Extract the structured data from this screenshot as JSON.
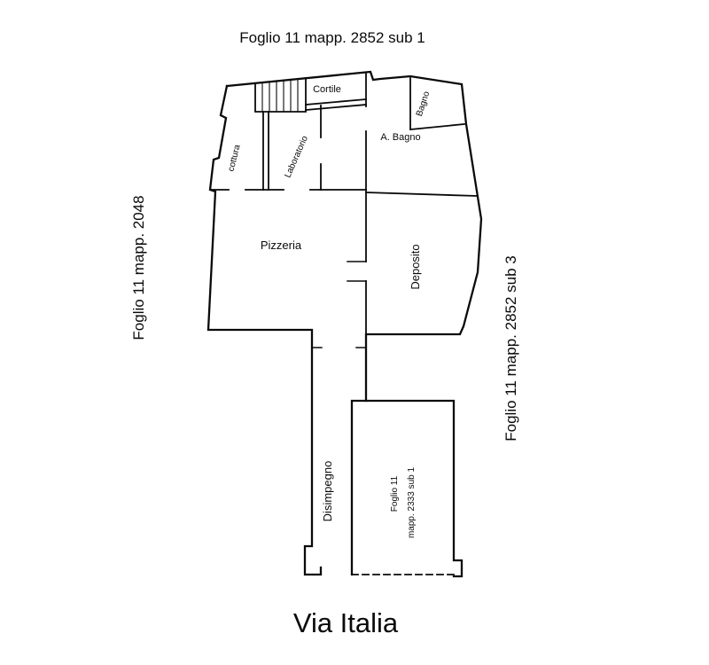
{
  "colors": {
    "background": "#ffffff",
    "ink": "#0a0a0a"
  },
  "parcel_labels": {
    "top": "Foglio 11 mapp. 2852 sub 1",
    "left": "Foglio 11 mapp. 2048",
    "right": "Foglio 11 mapp. 2852 sub 3"
  },
  "street_label": "Via Italia",
  "room_labels": {
    "cortile": "Cortile",
    "bagno": "Bagno",
    "a_bagno": "A. Bagno",
    "cottura": "cottura",
    "laboratorio": "Laboratorio",
    "pizzeria": "Pizzeria",
    "deposito": "Deposito",
    "disimpegno": "Disimpegno"
  },
  "inner_parcel": {
    "line1": "Foglio 11",
    "line2": "mapp. 2333 sub 1"
  }
}
